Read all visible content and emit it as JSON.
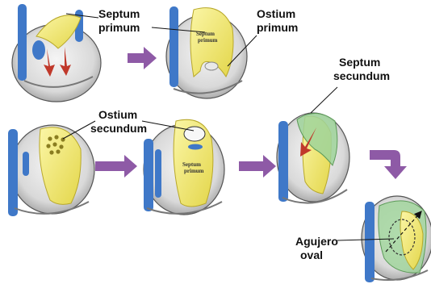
{
  "labels": {
    "septum_primum": [
      "Septum",
      "primum"
    ],
    "ostium_primum": [
      "Ostium",
      "primum"
    ],
    "septum_secundum": [
      "Septum",
      "secundum"
    ],
    "ostium_secundum": [
      "Ostium",
      "secundum"
    ],
    "agujero_oval": [
      "Agujero",
      "oval"
    ]
  },
  "inline_labels": {
    "panel2_septum_primum": [
      "Septum",
      "primum"
    ],
    "panel5_septum_primum": [
      "Septum",
      "primum"
    ]
  },
  "colors": {
    "septum": "#f1ea6a",
    "septum_edge": "#b8a82a",
    "vessel": "#3f78c8",
    "arrow": "#8e5aa6",
    "flow_arrow": "#c0392b",
    "secundum_green": "#9fd49a",
    "heart_wall": "#cfcfcf"
  }
}
